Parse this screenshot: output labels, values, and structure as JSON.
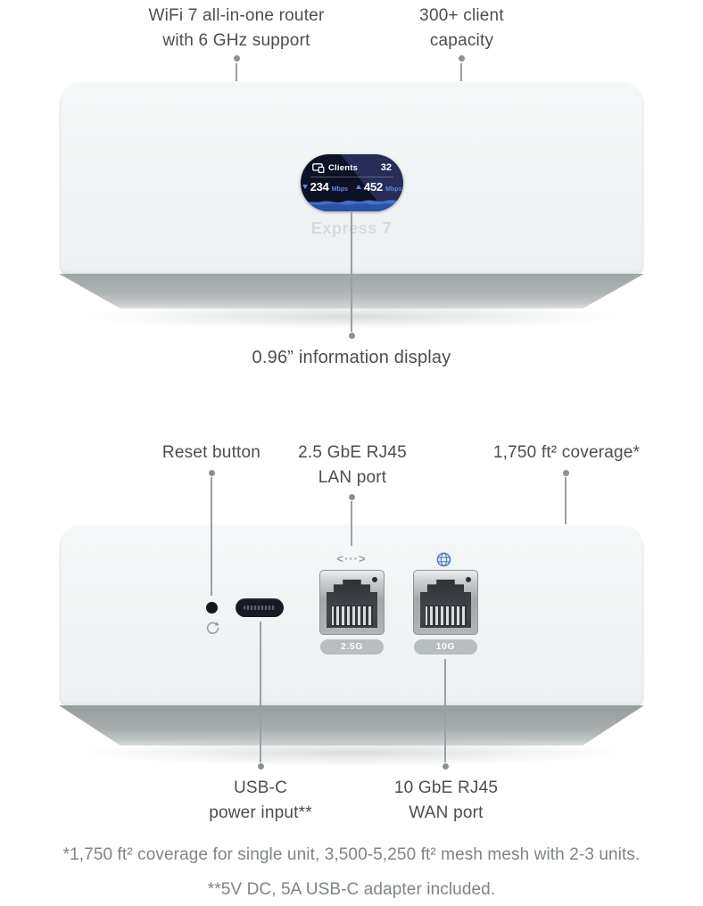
{
  "product_name": "Express 7",
  "front_view": {
    "callout_router": {
      "line1": "WiFi 7 all-in-one router",
      "line2": "with 6 GHz support"
    },
    "callout_clients": {
      "line1": "300+ client",
      "line2": "capacity"
    },
    "callout_display": "0.96” information display",
    "screen": {
      "clients_label": "Clients",
      "clients_count": "32",
      "download_value": "234",
      "download_unit": "Mbps",
      "upload_value": "452",
      "upload_unit": "Mbps"
    }
  },
  "back_view": {
    "callout_reset": "Reset button",
    "callout_lan": {
      "line1": "2.5 GbE RJ45",
      "line2": "LAN port"
    },
    "callout_coverage": "1,750 ft² coverage*",
    "callout_usbc": {
      "line1": "USB-C",
      "line2": "power input**"
    },
    "callout_wan": {
      "line1": "10 GbE RJ45",
      "line2": "WAN port"
    },
    "lan_port_speed": "2.5G",
    "wan_port_speed": "10G",
    "lan_icon_glyph": "<···>"
  },
  "footnotes": {
    "line1": "*1,750 ft² coverage for single unit, 3,500-5,250 ft² mesh mesh with 2-3 units.",
    "line2": "**5V DC, 5A USB-C adapter included."
  },
  "colors": {
    "label_text": "#4a4e52",
    "callout_gray": "#9aa0a6",
    "screen_navy": "#0d1126",
    "screen_blue": "#4d7fe2",
    "globe_blue": "#4a7ac2",
    "footnote_gray": "#7e8487",
    "base_gray": "#aeb3b3"
  }
}
